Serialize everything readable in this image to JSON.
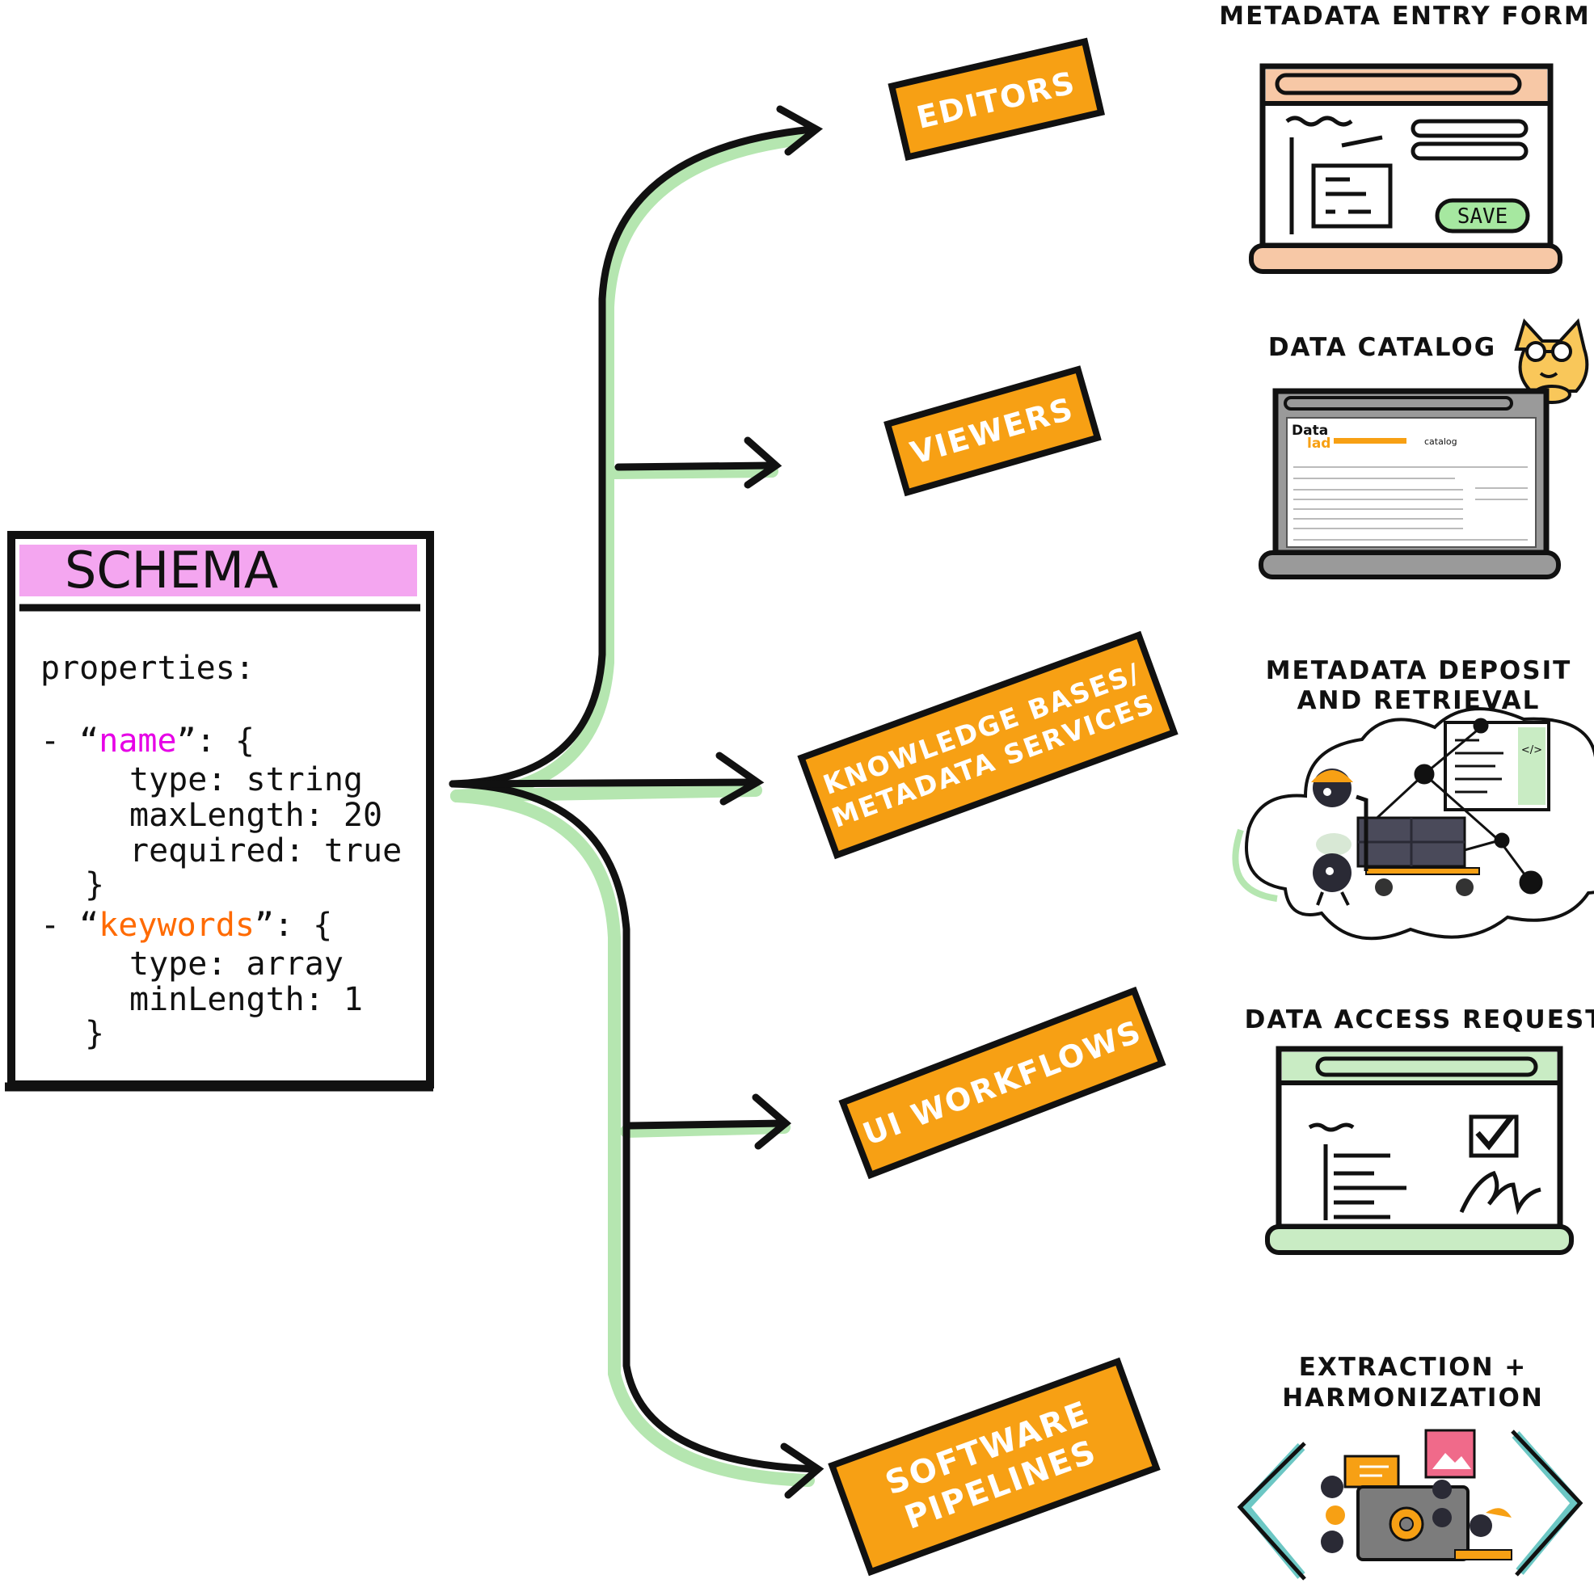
{
  "colors": {
    "schema_header": "#f4a6f0",
    "box_orange": "#f7a014",
    "green_shadow": "#b5e6b0",
    "ink": "#111111",
    "name_key": "#e600e6",
    "keywords_key": "#ff6a00",
    "form_top": "#f7c8a6",
    "save_btn": "#a6e8a0",
    "catalog_frame": "#9a9a9a",
    "laptop_green": "#c9ecc4"
  },
  "schema": {
    "title": "SCHEMA",
    "properties_label": "properties:",
    "lines": [
      {
        "prefix": "- “",
        "key": "name",
        "suffix": "”: {",
        "key_color": "name_key"
      },
      {
        "text": "type: string"
      },
      {
        "text": "maxLength: 20"
      },
      {
        "text": "required: true"
      },
      {
        "text": "}"
      },
      {
        "prefix": "- “",
        "key": "keywords",
        "suffix": "”: {",
        "key_color": "keywords_key"
      },
      {
        "text": "type: array"
      },
      {
        "text": "minLength: 1"
      },
      {
        "text": "}"
      }
    ]
  },
  "boxes": {
    "editors": "EDITORS",
    "viewers": "VIEWERS",
    "kb_line1": "KNOWLEDGE BASES/",
    "kb_line2": "METADATA SERVICES",
    "ui_workflows": "UI WORKFLOWS",
    "software_line1": "SOFTWARE",
    "software_line2": "PIPELINES"
  },
  "illustrations": {
    "entry_form": {
      "title": "METADATA ENTRY FORM",
      "save_label": "SAVE"
    },
    "catalog": {
      "title": "DATA CATALOG",
      "logo_top": "Data",
      "logo_bottom": "lad",
      "catalog_word": "catalog"
    },
    "deposit": {
      "title_line1": "METADATA DEPOSIT",
      "title_line2": "AND RETRIEVAL",
      "code_tag": "</>"
    },
    "access": {
      "title": "DATA ACCESS REQUEST"
    },
    "extraction": {
      "title_line1": "EXTRACTION +",
      "title_line2": "HARMONIZATION"
    }
  }
}
